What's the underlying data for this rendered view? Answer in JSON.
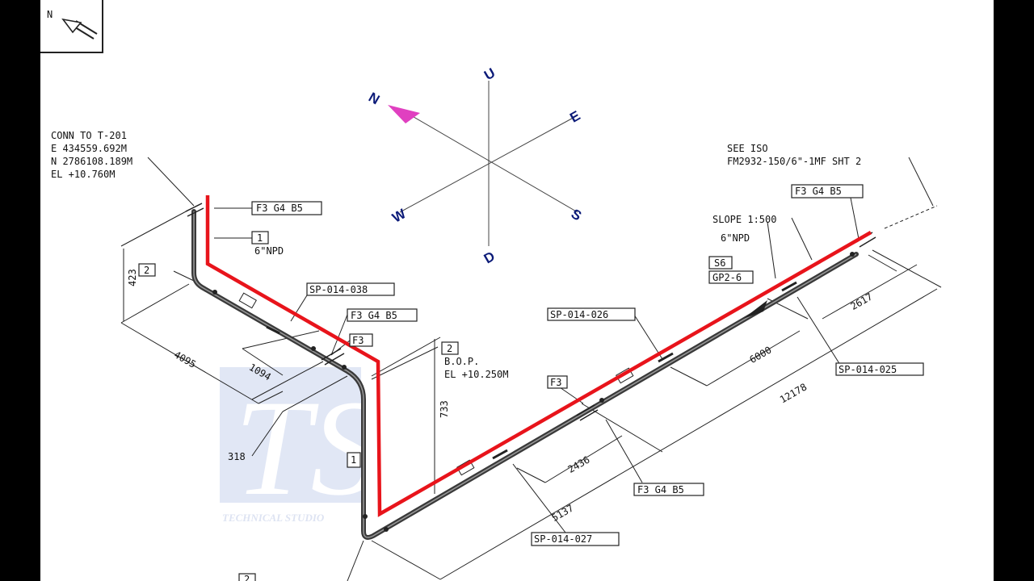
{
  "north_box": {
    "letter": "N"
  },
  "compass": {
    "up": "U",
    "down": "D",
    "north": "N",
    "south": "S",
    "east": "E",
    "west": "W"
  },
  "notes": {
    "conn_line1": "CONN TO T-201",
    "conn_line2": "E 434559.692M",
    "conn_line3": "N 2786108.189M",
    "conn_line4": "EL +10.760M",
    "see_iso_line1": "SEE ISO",
    "see_iso_line2": "FM2932-150/6\"-1MF SHT 2",
    "slope": "SLOPE 1:500",
    "npd_right": "6\"NPD",
    "npd_left": "6\"NPD",
    "bop_line1": "B.O.P.",
    "bop_line2": "EL +10.250M"
  },
  "tags": {
    "f3g4b5": "F3 G4 B5",
    "f3": "F3",
    "sp038": "SP-014-038",
    "sp026": "SP-014-026",
    "sp025": "SP-014-025",
    "sp027": "SP-014-027",
    "s6": "S6",
    "gp26": "GP2-6",
    "one": "1",
    "two": "2"
  },
  "dims": {
    "d423": "423",
    "d4095": "4095",
    "d1094": "1094",
    "d318": "318",
    "d733": "733",
    "d2436": "2436",
    "d5137": "5137",
    "d6000": "6000",
    "d12178": "12178",
    "d2617": "2617"
  },
  "watermark": {
    "logo": "TS",
    "text": "TECHNICAL STUDIO"
  },
  "colors": {
    "route": "#e8141b",
    "pipe": "#3a3a3a",
    "compass_text": "#0b1a78",
    "north_arrow": "#e040c0"
  }
}
